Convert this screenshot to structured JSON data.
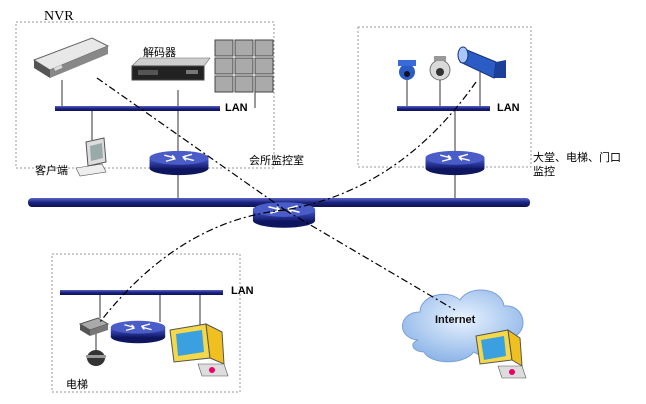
{
  "labels": {
    "nvr": "NVR",
    "decoder": "解码器",
    "lan_top_left": "LAN",
    "lan_top_right": "LAN",
    "lan_bottom": "LAN",
    "client": "客户端",
    "clubhouse_monitor": "会所监控室",
    "lobby_line1": "大堂、电梯、门口",
    "lobby_line2": "监控",
    "internet": "Internet",
    "elevator": "电梯"
  },
  "icons": [
    "nvr-server-icon",
    "decoder-icon",
    "video-wall-icon",
    "client-pc-icon",
    "router-icon",
    "ptz-dome-camera-icon",
    "dome-camera-icon",
    "bullet-camera-icon",
    "encoder-icon",
    "monitor-pc-icon",
    "cloud-icon"
  ],
  "colors": {
    "lan_bus": "#1a237e",
    "router": "#2a3aa6",
    "dashed_box": "#999999",
    "cloud": "#a8c8f0",
    "bullet_camera": "#2b5bc4",
    "monitor": "#3aa0e0"
  }
}
